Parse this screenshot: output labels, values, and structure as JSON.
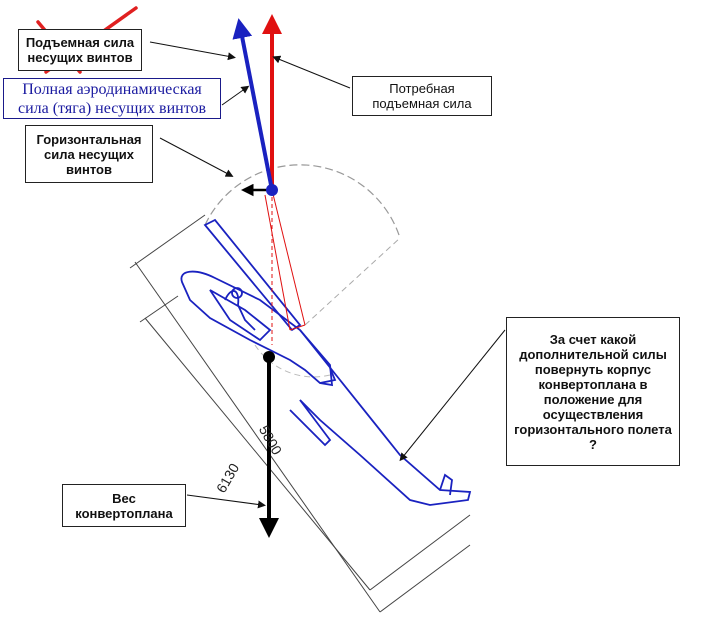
{
  "labels": {
    "rotor_lift": "Подъемная сила несущих винтов",
    "total_aero_force": "Полная аэродинамическая сила (тяга) несущих винтов",
    "horizontal_force": "Горизонтальная сила несущих винтов",
    "required_lift": "Потребная подъемная сила",
    "question": "За счет какой дополнительной силы повернуть корпус конвертоплана в положение для осуществления горизонтального полета ?",
    "weight": "Вес конвертоплана"
  },
  "dimensions": {
    "overall": "6130",
    "inner": "5800"
  },
  "colors": {
    "total_force": "#1a22c0",
    "required_lift": "#e01010",
    "weight": "#000000",
    "aircraft": "#1a22c0",
    "cross": "#e02020"
  }
}
